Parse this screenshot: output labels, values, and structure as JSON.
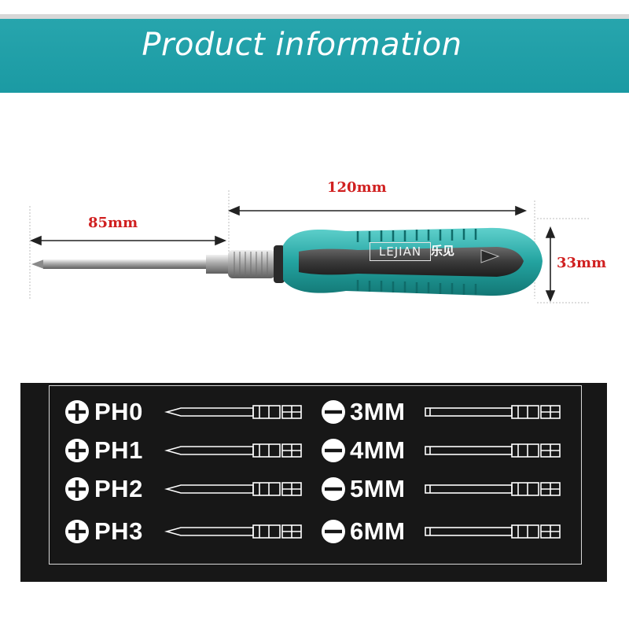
{
  "banner": {
    "title": "Product information",
    "color": "#21a1aa"
  },
  "diagram": {
    "dimensions": {
      "shaft_length": "85mm",
      "handle_length": "120mm",
      "handle_diameter": "33mm"
    },
    "handle_brand": "LEJIAN",
    "handle_brand_cn": "乐见",
    "colors": {
      "handle": "#2ba7a4",
      "grip": "#3b3b3b",
      "dimension_text": "#d02020"
    }
  },
  "bits": {
    "phillips": [
      {
        "label": "PH0",
        "icon": "phillips-icon"
      },
      {
        "label": "PH1",
        "icon": "phillips-icon"
      },
      {
        "label": "PH2",
        "icon": "phillips-icon"
      },
      {
        "label": "PH3",
        "icon": "phillips-icon"
      }
    ],
    "slotted": [
      {
        "label": "3MM",
        "icon": "slotted-icon"
      },
      {
        "label": "4MM",
        "icon": "slotted-icon"
      },
      {
        "label": "5MM",
        "icon": "slotted-icon"
      },
      {
        "label": "6MM",
        "icon": "slotted-icon"
      }
    ]
  }
}
